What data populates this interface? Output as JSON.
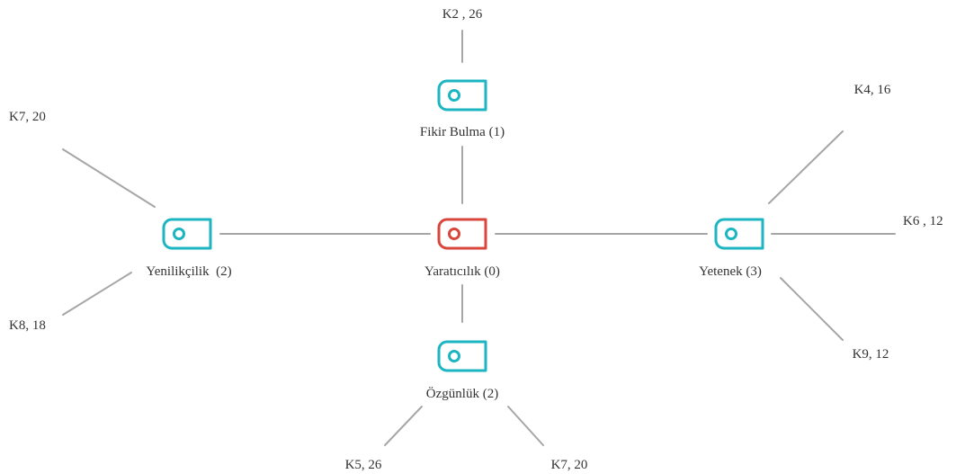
{
  "colors": {
    "center": "#d9463b",
    "branch": "#1cb5c2",
    "edge": "#a6a6a6",
    "text": "#333333"
  },
  "icon": "tag-icon",
  "center": {
    "label": "Yaratıcılık (0)"
  },
  "branches": [
    {
      "id": "fikir-bulma",
      "label": "Fikir Bulma (1)",
      "leaves": [
        {
          "label": "K2 , 26"
        }
      ]
    },
    {
      "id": "yenilikcilik",
      "label": "Yenilikçilik  (2)",
      "leaves": [
        {
          "label": "K7, 20"
        },
        {
          "label": "K8, 18"
        }
      ]
    },
    {
      "id": "yetenek",
      "label": "Yetenek (3)",
      "leaves": [
        {
          "label": "K4, 16"
        },
        {
          "label": "K6 , 12"
        },
        {
          "label": "K9, 12"
        }
      ]
    },
    {
      "id": "ozgunluk",
      "label": "Özgünlük (2)",
      "leaves": [
        {
          "label": "K5, 26"
        },
        {
          "label": "K7, 20"
        }
      ]
    }
  ]
}
